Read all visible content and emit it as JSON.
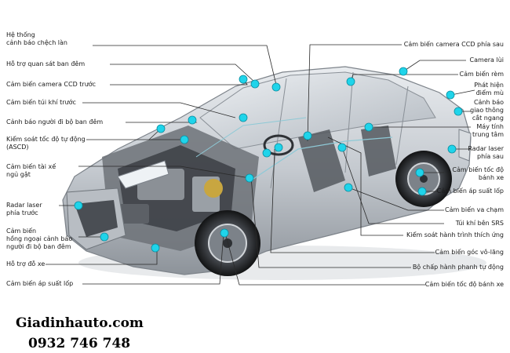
{
  "brand": {
    "site": "Giadinhauto.com",
    "phone": "0932 746 748"
  },
  "colors": {
    "dot": "#1fd4ea",
    "line": "#2a2a2a",
    "car_body": "#c9ced3",
    "car_dark": "#3a3d42"
  },
  "labels_left": [
    {
      "id": "lane-warning",
      "text": "Hệ thống\ncảnh báo chệch làn"
    },
    {
      "id": "night-vision",
      "text": "Hỗ trợ quan sát ban đêm"
    },
    {
      "id": "front-ccd",
      "text": "Cảm biến camera CCD trước"
    },
    {
      "id": "front-airbag",
      "text": "Cảm biến túi khí trước"
    },
    {
      "id": "pedestrian-night",
      "text": "Cảnh báo người đi bộ ban đêm"
    },
    {
      "id": "ascd",
      "text": "Kiểm soát tốc độ tự động\n(ASCD)"
    },
    {
      "id": "drowsy",
      "text": "Cảm biến tài xế\nngủ gật"
    },
    {
      "id": "front-radar",
      "text": "Radar laser\nphía trước"
    },
    {
      "id": "ir-pedestrian",
      "text": "Cảm biến\nhồng ngoại cảnh báo\nngười đi bộ ban đêm"
    },
    {
      "id": "parking",
      "text": "Hỗ trợ đỗ xe"
    },
    {
      "id": "tpms-front",
      "text": "Cảm biến áp suất lốp"
    }
  ],
  "labels_right": [
    {
      "id": "rear-ccd",
      "text": "Cảm biến camera CCD phía sau"
    },
    {
      "id": "rear-camera",
      "text": "Camera lùi"
    },
    {
      "id": "curtain",
      "text": "Cảm biến rèm"
    },
    {
      "id": "blind-spot",
      "text": "Phát hiện\nđiểm mù"
    },
    {
      "id": "cross-traffic",
      "text": "Cảnh báo\ngiao thông\ncắt ngang"
    },
    {
      "id": "ecu",
      "text": "Máy tính\ntrung tâm"
    },
    {
      "id": "rear-radar",
      "text": "Radar laser\nphía sau"
    },
    {
      "id": "rear-wheel-speed",
      "text": "Cảm biến tốc độ\nbánh xe"
    },
    {
      "id": "tpms-rear",
      "text": "Cảm biến áp suất lốp"
    },
    {
      "id": "crash",
      "text": "Cảm biến va chạm"
    },
    {
      "id": "srs",
      "text": "Túi khí bên SRS"
    },
    {
      "id": "stability",
      "text": "Kiểm soát hành trình thích ứng"
    },
    {
      "id": "steering-angle",
      "text": "Cảm biến góc vô-lăng"
    },
    {
      "id": "brake-actuator",
      "text": "Bộ chấp hành phanh tự động"
    },
    {
      "id": "front-wheel-speed",
      "text": "Cảm biến tốc độ bánh xe"
    }
  ]
}
